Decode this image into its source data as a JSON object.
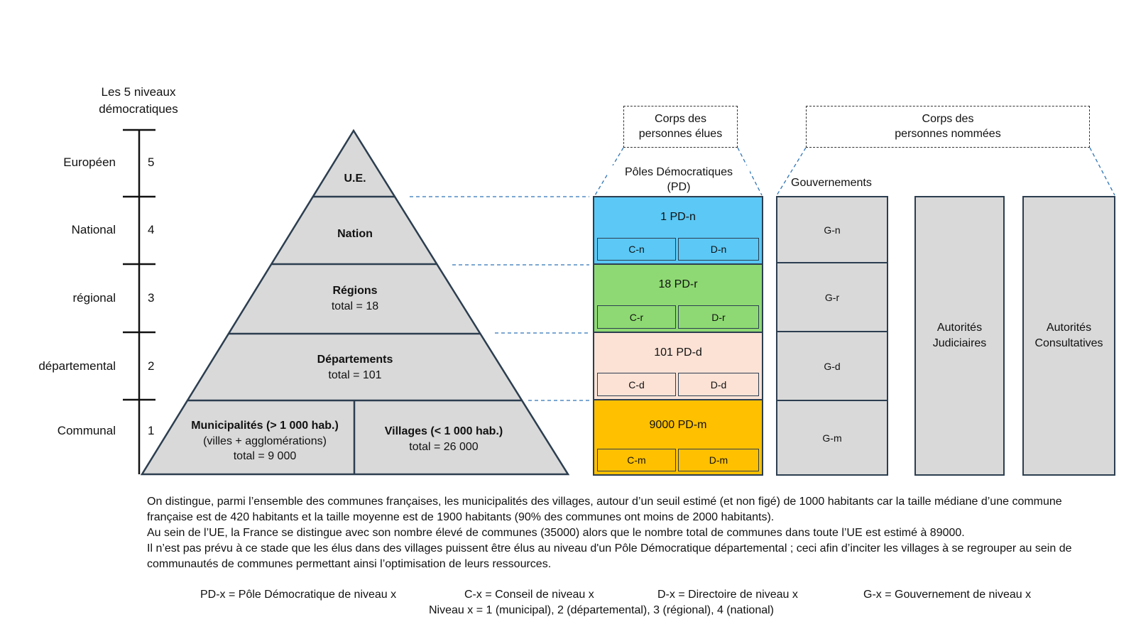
{
  "scale": {
    "title_line1": "Les 5 niveaux",
    "title_line2": "démocratiques",
    "levels": [
      {
        "name": "Européen",
        "num": "5"
      },
      {
        "name": "National",
        "num": "4"
      },
      {
        "name": "régional",
        "num": "3"
      },
      {
        "name": "départemental",
        "num": "2"
      },
      {
        "name": "Communal",
        "num": "1"
      }
    ]
  },
  "pyramid": {
    "ue": "U.E.",
    "nation": "Nation",
    "regions": {
      "title": "Régions",
      "total": "total = 18"
    },
    "departements": {
      "title": "Départements",
      "total": "total = 101"
    },
    "municipalites": {
      "title": "Municipalités (> 1 000 hab.)",
      "sub": "(villes + agglomérations)",
      "total": "total = 9 000"
    },
    "villages": {
      "title": "Villages (< 1 000 hab.)",
      "total": "total = 26 000"
    }
  },
  "elected_header": {
    "line1": "Corps des",
    "line2": "personnes élues"
  },
  "appointed_header": {
    "line1": "Corps des",
    "line2": "personnes nommées"
  },
  "poles_label": {
    "line1": "Pôles Démocratiques",
    "line2": "(PD)"
  },
  "gov_label": "Gouvernements",
  "poles": [
    {
      "title": "1 PD-n",
      "c": "C-n",
      "d": "D-n",
      "color": "#5bc8f5"
    },
    {
      "title": "18 PD-r",
      "c": "C-r",
      "d": "D-r",
      "color": "#8ed973"
    },
    {
      "title": "101 PD-d",
      "c": "C-d",
      "d": "D-d",
      "color": "#fbe2d5"
    },
    {
      "title": "9000 PD-m",
      "c": "C-m",
      "d": "D-m",
      "color": "#ffc000"
    }
  ],
  "governments": [
    "G-n",
    "G-r",
    "G-d",
    "G-m"
  ],
  "authorities": [
    {
      "line1": "Autorités",
      "line2": "Judiciaires"
    },
    {
      "line1": "Autorités",
      "line2": "Consultatives"
    }
  ],
  "notes": [
    "On distingue, parmi l’ensemble des communes françaises, les municipalités des villages, autour d’un seuil estimé (et non figé) de 1000 habitants car la taille médiane d’une commune française est de 420 habitants et la taille moyenne est de 1900 habitants (90% des communes ont moins de 2000 habitants).",
    "Au sein de l’UE, la France se distingue avec son nombre élevé de communes (35000) alors que le nombre total de communes dans toute l’UE est estimé à 89000.",
    "Il n’est pas prévu à ce stade que les élus dans des villages puissent être élus au niveau d'un Pôle Démocratique départemental ; ceci afin d’inciter les villages à se regrouper au sein de communautés de communes permettant ainsi l’optimisation de leurs ressources."
  ],
  "legend": {
    "pd": "PD-x = Pôle Démocratique de niveau x",
    "c": "C-x = Conseil de niveau x",
    "d": "D-x = Directoire de niveau x",
    "g": "G-x = Gouvernement de niveau x",
    "niveau": "Niveau x = 1 (municipal), 2 (départemental), 3 (régional), 4 (national)"
  },
  "colors": {
    "pyramid_fill": "#d9d9d9",
    "outline": "#2c3e50",
    "connector": "#2e75b6",
    "g_fill": "#d9d9d9"
  }
}
